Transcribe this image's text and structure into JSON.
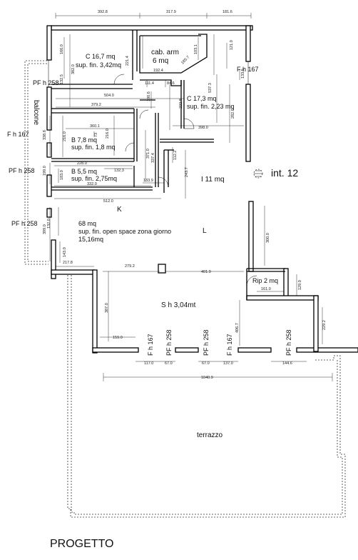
{
  "rooms": {
    "c1": {
      "name": "C 16,7 mq",
      "sup": "sup. fin. 3,42mq"
    },
    "cab": {
      "name": "cab. arm",
      "size": "6 mq"
    },
    "c2": {
      "name": "C 17,3 mq",
      "sup": "sup. fin. 2,23 mq"
    },
    "b1": {
      "name": "B 7,8 mq",
      "sup": "sup. fin. 1,8 mq"
    },
    "b2": {
      "name": "B 5,5 mq",
      "sup": "sup. fin. 2,75mq"
    },
    "ingresso": "I 11 mq",
    "int": "int. 12",
    "k": "K",
    "l": "L",
    "open": {
      "size": "68 mq",
      "line1": "sup. fin. open space zona giorno",
      "line2": "15,16mq"
    },
    "s": "S   h 3,04mt",
    "rip": "Rip 2 mq",
    "terrazzo": "terrazzo",
    "balcone": "balcone"
  },
  "windows": {
    "pf258": "PF h 258",
    "f167": "F h 167",
    "pf_h": "PF h 258",
    "f_h": "F h 167"
  },
  "dims": {
    "top1": "392.8",
    "top2": "317.9",
    "top3": "181.6",
    "d166": "166.0",
    "d132_5": "132.5",
    "d382": "382.0",
    "d221_4": "221.4",
    "d103_1": "103.1",
    "d185_7": "185.7",
    "d192_4": "192.4",
    "d121": "121.0",
    "d133_5": "133.5",
    "d111_4": "111.4",
    "d84_6": "84.6",
    "d100_6": "100.6",
    "d222_8": "222.8",
    "d537_3": "537.3",
    "d282_8": "282.8",
    "d504": "504.0",
    "d379_2": "379.2",
    "d398": "398.0",
    "d360_1": "360.1",
    "d216": "216.0",
    "d216b": "216.0",
    "d73": "73",
    "d338_8": "338.8",
    "d371": "371.0",
    "d337_4": "337.4",
    "d112_2": "112.2",
    "d243_7": "243.7",
    "d228": "228.0",
    "d132_3": "132,3",
    "d133_9": "133.9",
    "d332": "332.0",
    "d183": "183.0",
    "d199": "199.0",
    "d512": "512.0",
    "d399": "399.0",
    "d132": "132.0",
    "d143": "143.0",
    "d300": "300.0",
    "d217_8": "217.8",
    "d279_2": "279.2",
    "d401_9": "401.9",
    "d161": "161.0",
    "d129": "129.0",
    "d387": "387.0",
    "d406_7": "406.7",
    "d229_2": "229.2",
    "d159": "159.0",
    "d117": "117.0",
    "d67a": "67.0",
    "d67b": "67.0",
    "d137": "137.0",
    "d144_6": "144.6",
    "d1040_9": "1040.9"
  },
  "caption": "PROGETTO"
}
